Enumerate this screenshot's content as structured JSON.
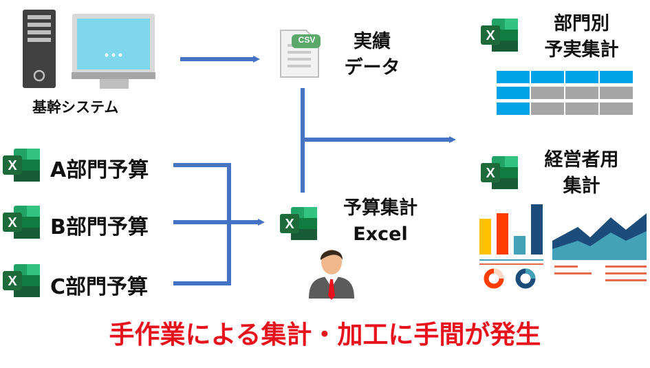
{
  "nodes": {
    "core_system": "基幹システム",
    "csv_badge": "CSV",
    "actual_data": [
      "実績",
      "データ"
    ],
    "dept_a": "A部門予算",
    "dept_b": "B部門予算",
    "dept_c": "C部門予算",
    "budget_excel": [
      "予算集計",
      "Excel"
    ],
    "dept_summary": [
      "部門別",
      "予実集計"
    ],
    "mgmt_summary": [
      "経営者用",
      "集計"
    ]
  },
  "icons": {
    "excel_letter": "X",
    "server": "server-icon",
    "monitor": "monitor-icon",
    "csv_file": "csv-file-icon",
    "person": "person-icon",
    "table": "table-icon",
    "charts": "dashboard-charts-icon"
  },
  "footer": "手作業による集計・加工に手間が発生",
  "colors": {
    "arrow": "#4472c4",
    "excel_dark": "#1d6b3b",
    "excel_mid": "#21a366",
    "excel_light": "#33c481",
    "footer_red": "#e8121d",
    "table_blue": "#00a2e8",
    "table_gray": "#a6a6a6",
    "bar_yellow": "#ffc000",
    "bar_red": "#ff3d00",
    "bar_teal": "#43a2b7",
    "bar_navy": "#1c4d7a"
  }
}
